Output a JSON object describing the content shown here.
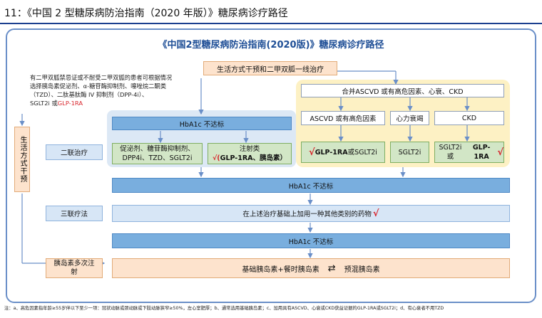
{
  "figure_title": "11：《中国 2 型糖尿病防治指南（2020 年版）》糖尿病诊疗路径",
  "diagram": {
    "title": "《中国2型糖尿病防治指南(2020版)》糖尿病诊疗路径",
    "top_box": "生活方式干预和二甲双胍一线治疗",
    "lifestyle_vertical": "生活方式干预",
    "left_note": {
      "line1": "有二甲双胍禁忌证或不耐受二甲双胍的患者可根据情况",
      "line2": "选择胰岛素促泌剂、α-糖苷酶抑制剂、噻唑烷二酮类",
      "line3": "（TZD）、二肽基肽酶 IV 抑制剂（DPP-4i）、",
      "line4_prefix": "SGLT2i 或",
      "line4_red": "GLP-1RA"
    },
    "blue_zone": {
      "hba1c_box": "HbA1c 不达标",
      "oral_box_line1": "促泌剂、糖苷酶抑制剂、",
      "oral_box_line2": "DPP4i、TZD、SGLT2i",
      "inject_box_line1": "注射类",
      "inject_box_line2": "GLP-1RA、胰岛素）",
      "check_mark": "√("
    },
    "yellow_zone": {
      "merge_box": "合并ASCVD 或有高危因素、心衰、CKD",
      "branch_ascvd": "ASCVD 或有高危因素",
      "branch_hf": "心力衰竭",
      "branch_ckd": "CKD",
      "result_ascvd_check": "√",
      "result_ascvd_bold": "GLP-1RA",
      "result_ascvd_rest": "或SGLT2i",
      "result_hf": "SGLT2i",
      "result_ckd_prefix": "SGLT2i 或",
      "result_ckd_bold": "GLP-1RA",
      "result_ckd_check": "√"
    },
    "dual_label": "二联治疗",
    "hba1c_full_1": "HbA1c 不达标",
    "triple_label": "三联疗法",
    "triple_box_text": "在上述治疗基础上加用一种其他类别的药物",
    "triple_check": "√",
    "hba1c_full_2": "HbA1c 不达标",
    "insulin_label_line1": "胰岛素多次注",
    "insulin_label_line2": "射",
    "insulin_box_left": "基础胰岛素+餐时胰岛素",
    "insulin_box_right": "预混胰岛素",
    "swap_arrow": "⇄",
    "footnote": "注：a、高危因素指年龄≥55岁伴以下至少一项：冠状动脉或颈动脉或下肢动脉狭窄≥50%，左心室肥厚；b、通常选用基础胰岛素；c、加用具有ASCVD、心衰或CKD获益证据的GLP-1RA或SGLT2i；d、有心衰者不用TZD"
  },
  "colors": {
    "frame": "#6a8fc8",
    "title_blue": "#1e4e96",
    "orange_fill": "#fde3cd",
    "blue_fill": "#79aede",
    "light_blue_fill": "#d7e6f6",
    "green_fill": "#d2e6c6",
    "yellow_zone": "#fdf1c4",
    "check_red": "#d8232a"
  }
}
